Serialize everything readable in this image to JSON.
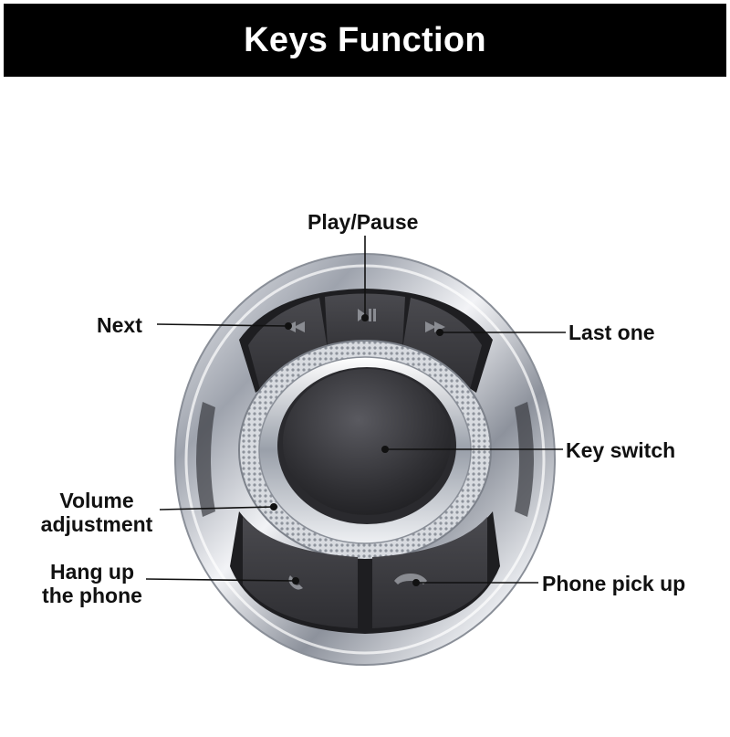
{
  "header": {
    "title": "Keys Function"
  },
  "labels": {
    "play_pause": "Play/Pause",
    "next": "Next",
    "last_one": "Last one",
    "key_switch": "Key switch",
    "volume_line1": "Volume",
    "volume_line2": "adjustment",
    "hang_up_line1": "Hang up",
    "hang_up_line2": "the phone",
    "phone_pick_up": "Phone pick up"
  },
  "colors": {
    "header_bg": "#000000",
    "header_text": "#ffffff",
    "label_text": "#111111",
    "button_face": "#3b3b3f",
    "chrome": "#c9ccd3"
  },
  "icons": {
    "play_pause": "play-pause-icon",
    "next": "skip-previous-icon",
    "last_one": "skip-next-icon",
    "hang_up": "phone-hang-up-icon",
    "pick_up": "phone-pick-up-icon"
  }
}
